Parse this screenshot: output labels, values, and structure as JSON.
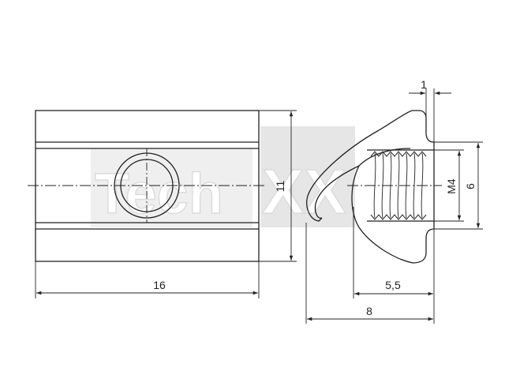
{
  "drawing": {
    "dimensions": {
      "width_front": "16",
      "height_front": "11",
      "top_thickness": "1",
      "thread": "M4",
      "flange_height": "6",
      "depth_inner": "5,5",
      "depth_total": "8"
    },
    "watermark": {
      "brand_left": "Tech",
      "brand_right": "XX"
    },
    "colors": {
      "line": "#222222",
      "watermark": "#d9d9d9"
    }
  }
}
